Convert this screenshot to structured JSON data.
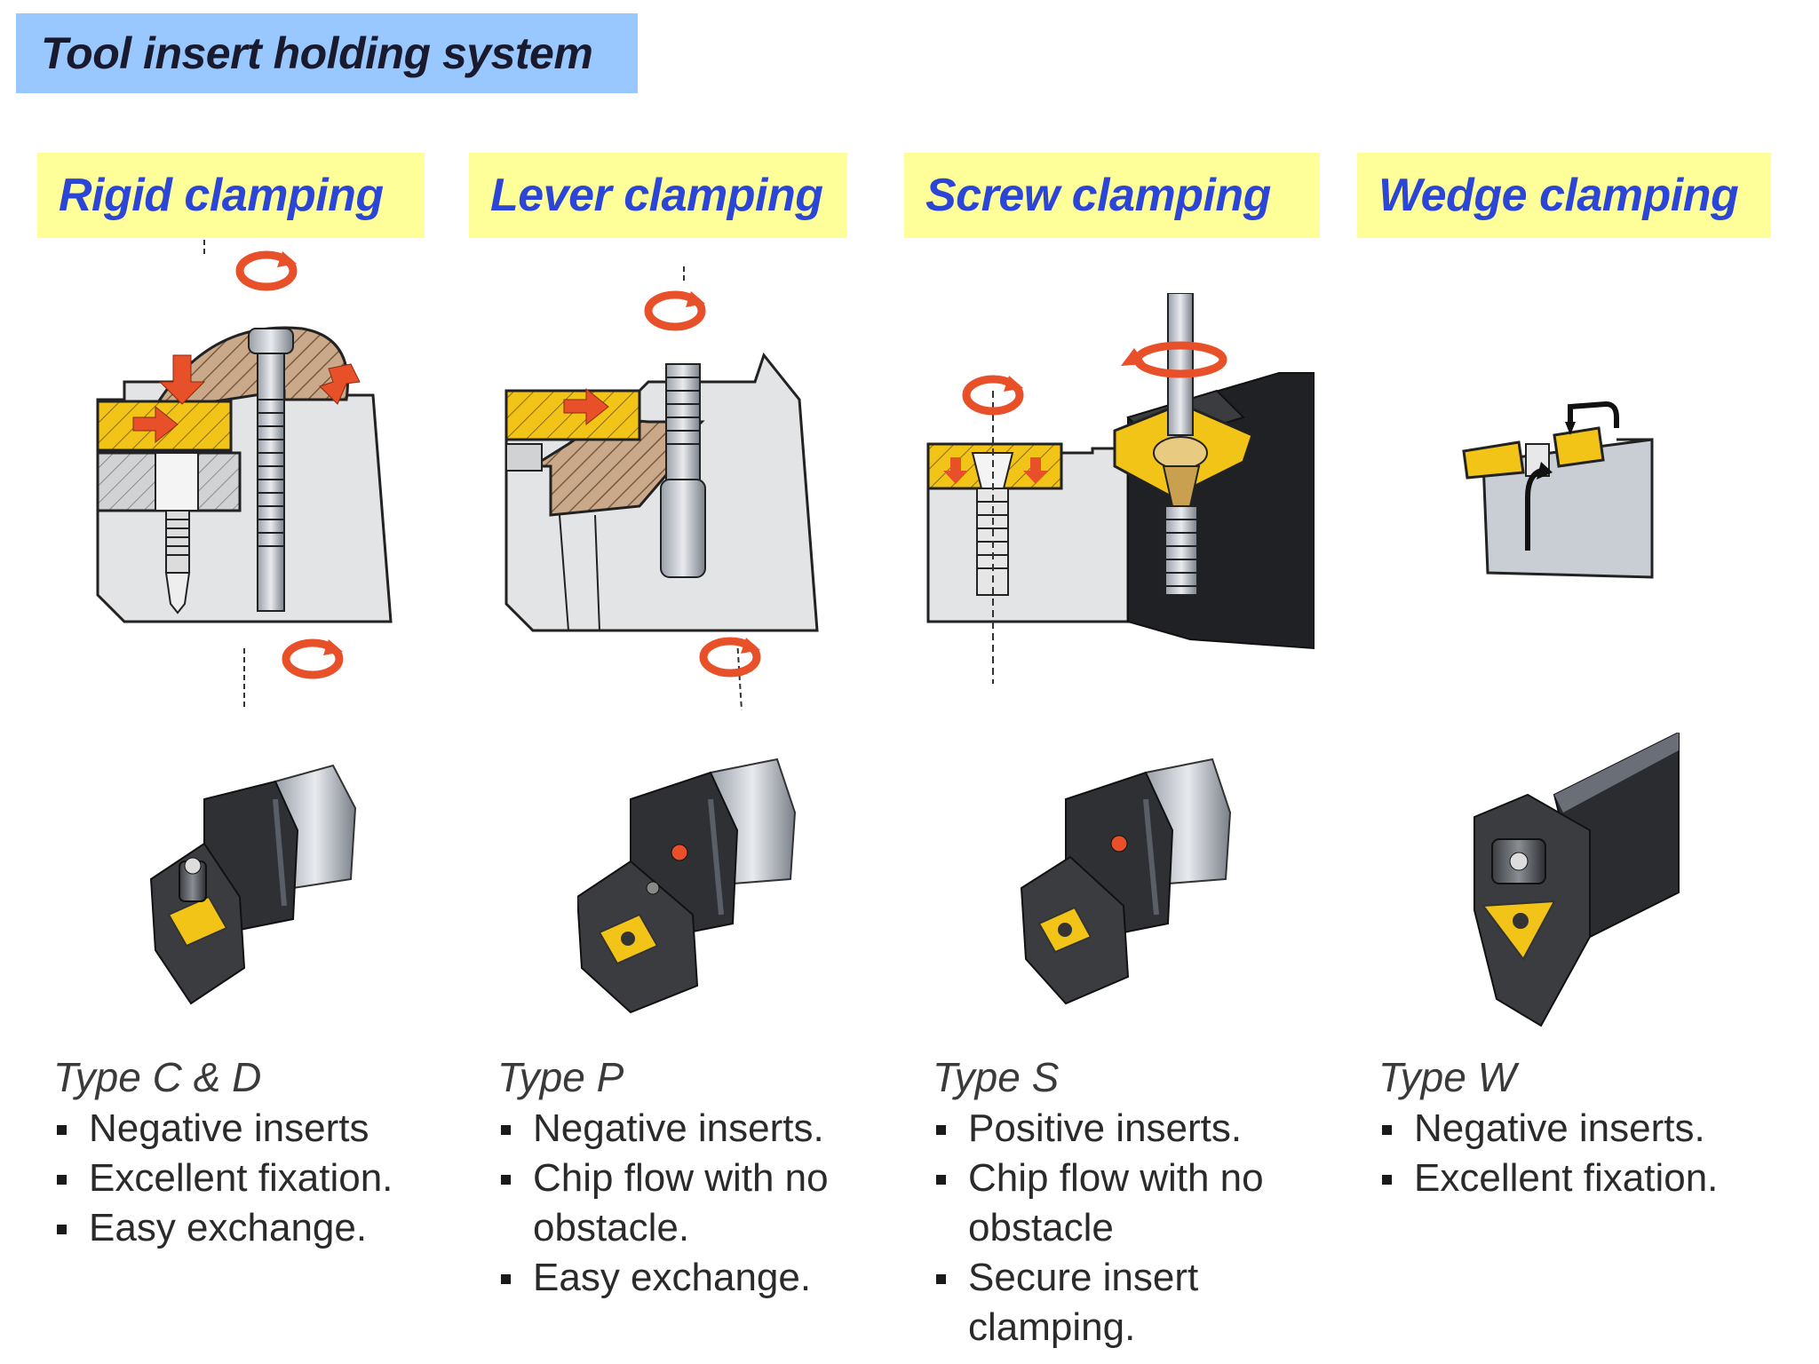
{
  "title": "Tool insert holding system",
  "columns": [
    {
      "header": "Rigid clamping",
      "type_label": "Type C & D",
      "features": [
        "Negative inserts",
        "Excellent fixation.",
        "Easy exchange."
      ]
    },
    {
      "header": "Lever clamping",
      "type_label": "Type P",
      "features": [
        "Negative inserts.",
        "Chip flow with no obstacle.",
        "Easy exchange."
      ]
    },
    {
      "header": "Screw clamping",
      "type_label": "Type S",
      "features": [
        "Positive inserts.",
        "Chip flow with no obstacle",
        "Secure insert clamping."
      ]
    },
    {
      "header": "Wedge clamping",
      "type_label": "Type W",
      "features": [
        "Negative inserts.",
        "Excellent fixation."
      ]
    }
  ],
  "colors": {
    "title_bg": "#99c7ff",
    "header_bg": "#ffff99",
    "header_text": "#2b46d6",
    "insert_yellow": "#f2c418",
    "arrow_red": "#e8502a"
  }
}
